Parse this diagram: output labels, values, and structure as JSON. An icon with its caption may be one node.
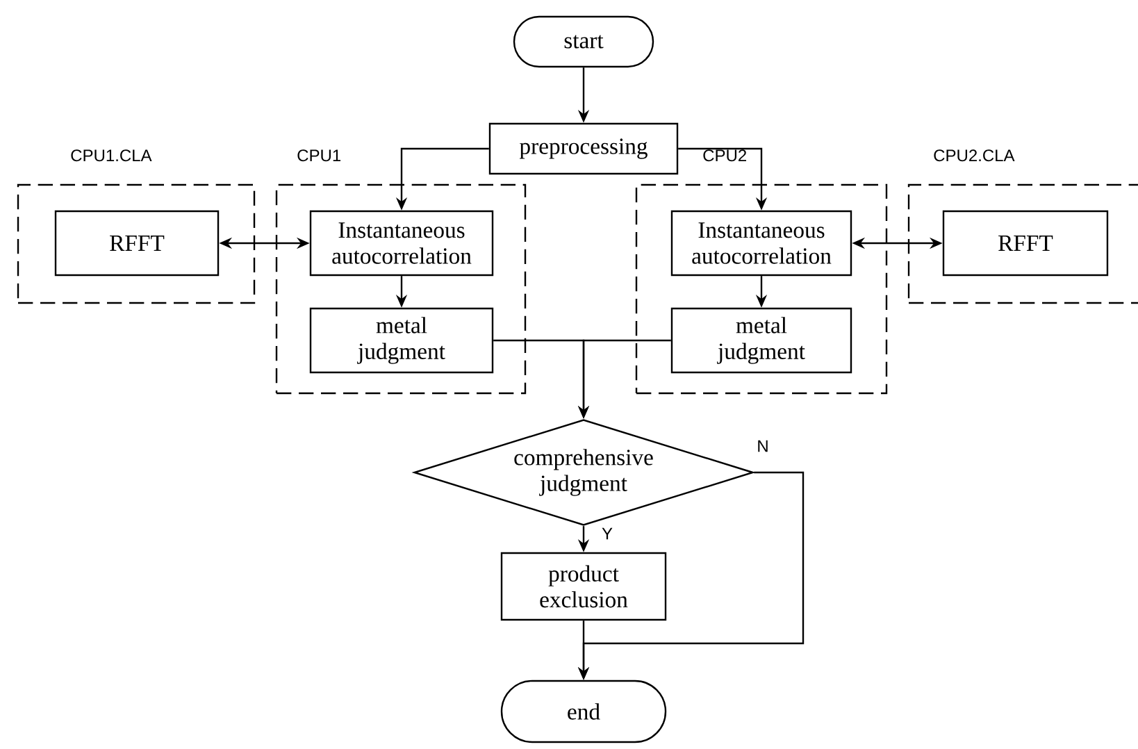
{
  "diagram": {
    "nodes": [
      {
        "text": [
          "start"
        ]
      },
      {
        "text": [
          "preprocessing"
        ]
      },
      {
        "text": [
          "CPU1.CLA"
        ]
      },
      {
        "text": [
          "RFFT"
        ],
        "in": 2
      },
      {
        "text": [
          "CPU1"
        ]
      },
      {
        "text": [
          "Instantaneous autocorrelation"
        ],
        "in": 4
      },
      {
        "text": [
          "metal judgment"
        ],
        "in": 4
      },
      {
        "text": [
          "CPU2"
        ]
      },
      {
        "text": [
          "Instantaneous autocorrelation"
        ],
        "in": 7
      },
      {
        "text": [
          "metal judgment"
        ],
        "in": 7
      },
      {
        "text": [
          "CPU2.CLA"
        ]
      },
      {
        "text": [
          "RFFT"
        ],
        "in": 10
      },
      {
        "text": [
          "comprehensive judgment"
        ]
      },
      {
        "text": [
          "product exclusion"
        ]
      },
      {
        "text": [
          "end"
        ]
      }
    ],
    "edges": [
      {
        "from": 0,
        "to": 1,
        "arrow": "to"
      },
      {
        "from": 1,
        "to": 5,
        "arrow": "to"
      },
      {
        "from": 1,
        "to": 8,
        "arrow": "to"
      },
      {
        "from": 3,
        "to": 5,
        "arrow": "both"
      },
      {
        "from": 8,
        "to": 11,
        "arrow": "both"
      },
      {
        "from": 5,
        "to": 6,
        "arrow": "to"
      },
      {
        "from": 8,
        "to": 9,
        "arrow": "to"
      },
      {
        "from": 6,
        "to": 12,
        "arrow": "to"
      },
      {
        "from": 9,
        "to": 12,
        "arrow": "to"
      },
      {
        "from": 12,
        "to": 13,
        "arrow": "to",
        "label": "Y"
      },
      {
        "from": 12,
        "to": 14,
        "arrow": "to",
        "label": "N"
      },
      {
        "from": 13,
        "to": 14,
        "arrow": "to"
      }
    ]
  }
}
